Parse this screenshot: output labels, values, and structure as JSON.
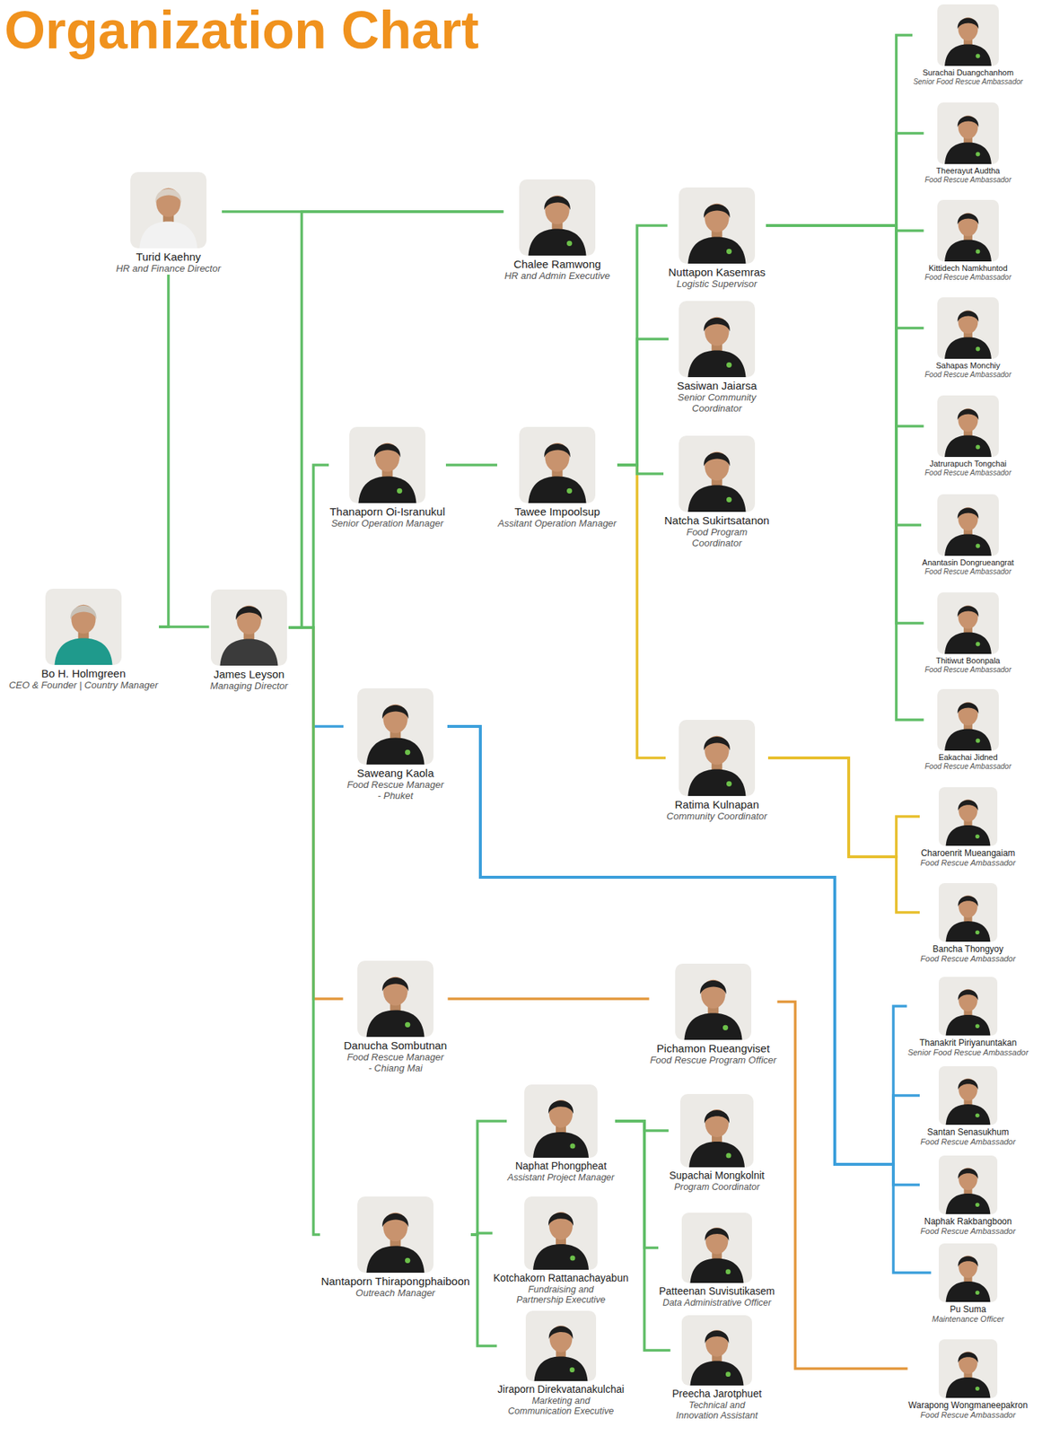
{
  "diagram": {
    "title": "Organization Chart",
    "nodes": [
      {
        "text": [
          "Bo H. Holmgreen",
          "CEO & Founder | Country Manager"
        ]
      },
      {
        "text": [
          "James Leyson",
          "Managing Director"
        ]
      },
      {
        "text": [
          "Turid Kaehny",
          "HR and Finance Director"
        ]
      },
      {
        "text": [
          "Chalee Ramwong",
          "HR and Admin Executive"
        ]
      },
      {
        "text": [
          "Thanaporn Oi-Isranukul",
          "Senior Operation Manager"
        ]
      },
      {
        "text": [
          "Tawee Impoolsup",
          "Assitant Operation Manager"
        ]
      },
      {
        "text": [
          "Nuttapon Kasemras",
          "Logistic Supervisor"
        ]
      },
      {
        "text": [
          "Sasiwan Jaiarsa",
          "Senior Community Coordinator"
        ]
      },
      {
        "text": [
          "Natcha Sukirtsatanon",
          "Food Program Coordinator"
        ]
      },
      {
        "text": [
          "Ratima Kulnapan",
          "Community Coordinator"
        ]
      },
      {
        "text": [
          "Surachai Duangchanhom",
          "Senior Food Rescue Ambassador"
        ]
      },
      {
        "text": [
          "Theerayut Audtha",
          "Food Rescue Ambassador"
        ]
      },
      {
        "text": [
          "Kittidech Namkhuntod",
          "Food Rescue Ambassador"
        ]
      },
      {
        "text": [
          "Sahapas Monchiy",
          "Food Rescue Ambassador"
        ]
      },
      {
        "text": [
          "Jatrurapuch Tongchai",
          "Food Rescue Ambassador"
        ]
      },
      {
        "text": [
          "Anantasin Dongrueangrat",
          "Food Rescue Ambassador"
        ]
      },
      {
        "text": [
          "Thitiwut Boonpala",
          "Food Rescue Ambassador"
        ]
      },
      {
        "text": [
          "Eakachai Jidned",
          "Food Rescue Ambassador"
        ]
      },
      {
        "text": [
          "Charoenrit Mueangaiam",
          "Food Rescue Ambassador"
        ]
      },
      {
        "text": [
          "Bancha Thongyoy",
          "Food Rescue Ambassador"
        ]
      },
      {
        "text": [
          "Saweang Kaola",
          "Food Rescue Manager - Phuket"
        ]
      },
      {
        "text": [
          "Thanakrit Piriyanuntakan",
          "Senior Food Rescue Ambassador"
        ]
      },
      {
        "text": [
          "Santan Senasukhum",
          "Food Rescue Ambassador"
        ]
      },
      {
        "text": [
          "Naphak Rakbangboon",
          "Food Rescue Ambassador"
        ]
      },
      {
        "text": [
          "Pu Suma",
          "Maintenance Officer"
        ]
      },
      {
        "text": [
          "Danucha Sombutnan",
          "Food Rescue Manager - Chiang Mai"
        ]
      },
      {
        "text": [
          "Pichamon Rueangviset",
          "Food Rescue Program Officer"
        ]
      },
      {
        "text": [
          "Warapong Wongmaneepakron",
          "Food Rescue Ambassador"
        ]
      },
      {
        "text": [
          "Nantaporn Thirapongphaiboon",
          "Outreach Manager"
        ]
      },
      {
        "text": [
          "Naphat Phongpheat",
          "Assistant Project Manager"
        ]
      },
      {
        "text": [
          "Kotchakorn Rattanachayabun",
          "Fundraising and Partnership Executive"
        ]
      },
      {
        "text": [
          "Jiraporn Direkvatanakulchai",
          "Marketing and Communication Executive"
        ]
      },
      {
        "text": [
          "Supachai Mongkolnit",
          "Program Coordinator"
        ]
      },
      {
        "text": [
          "Patteenan Suvisutikasem",
          "Data Administrative Officer"
        ]
      },
      {
        "text": [
          "Preecha Jarotphuet",
          "Technical and Innovation Assistant"
        ]
      }
    ],
    "edges": [
      {
        "from": 0,
        "to": 1,
        "arrow": "none"
      },
      {
        "from": 0,
        "to": 2,
        "arrow": "none"
      },
      {
        "from": 2,
        "to": 3,
        "arrow": "none"
      },
      {
        "from": 1,
        "to": 3,
        "arrow": "none"
      },
      {
        "from": 1,
        "to": 4,
        "arrow": "none"
      },
      {
        "from": 1,
        "to": 20,
        "arrow": "none"
      },
      {
        "from": 1,
        "to": 25,
        "arrow": "none"
      },
      {
        "from": 1,
        "to": 28,
        "arrow": "none"
      },
      {
        "from": 4,
        "to": 5,
        "arrow": "none"
      },
      {
        "from": 5,
        "to": 6,
        "arrow": "none"
      },
      {
        "from": 5,
        "to": 7,
        "arrow": "none"
      },
      {
        "from": 5,
        "to": 8,
        "arrow": "none"
      },
      {
        "from": 5,
        "to": 9,
        "arrow": "none"
      },
      {
        "from": 6,
        "to": 10,
        "arrow": "none"
      },
      {
        "from": 6,
        "to": 11,
        "arrow": "none"
      },
      {
        "from": 6,
        "to": 12,
        "arrow": "none"
      },
      {
        "from": 6,
        "to": 13,
        "arrow": "none"
      },
      {
        "from": 6,
        "to": 14,
        "arrow": "none"
      },
      {
        "from": 6,
        "to": 15,
        "arrow": "none"
      },
      {
        "from": 6,
        "to": 16,
        "arrow": "none"
      },
      {
        "from": 6,
        "to": 17,
        "arrow": "none"
      },
      {
        "from": 9,
        "to": 18,
        "arrow": "none"
      },
      {
        "from": 9,
        "to": 19,
        "arrow": "none"
      },
      {
        "from": 20,
        "to": 21,
        "arrow": "none"
      },
      {
        "from": 20,
        "to": 22,
        "arrow": "none"
      },
      {
        "from": 20,
        "to": 23,
        "arrow": "none"
      },
      {
        "from": 20,
        "to": 24,
        "arrow": "none"
      },
      {
        "from": 25,
        "to": 26,
        "arrow": "none"
      },
      {
        "from": 26,
        "to": 27,
        "arrow": "none"
      },
      {
        "from": 28,
        "to": 29,
        "arrow": "none"
      },
      {
        "from": 28,
        "to": 30,
        "arrow": "none"
      },
      {
        "from": 28,
        "to": 31,
        "arrow": "none"
      },
      {
        "from": 29,
        "to": 32,
        "arrow": "none"
      },
      {
        "from": 29,
        "to": 33,
        "arrow": "none"
      },
      {
        "from": 29,
        "to": 34,
        "arrow": "none"
      }
    ]
  }
}
